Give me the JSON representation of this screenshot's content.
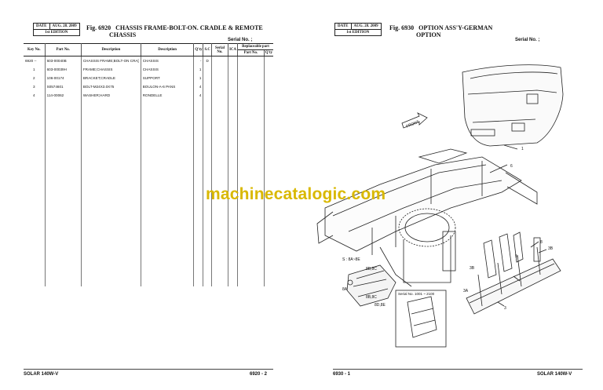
{
  "left_page": {
    "date_label": "DATE",
    "date_value": "AUG. 28. 2009",
    "edition": "1st EDITION",
    "fig_number": "Fig. 6920",
    "fig_title_line1": "CHASSIS FRAME-BOLT-ON. CRADLE & REMOTE",
    "fig_title_line2": "CHASSIS",
    "serial_label": "Serial No. ;",
    "table": {
      "headers": {
        "key_no": "Key No.",
        "part_no": "Part No.",
        "description1": "Description",
        "description2": "Description",
        "qty": "Q'ty",
        "sc": "S.C",
        "serial_no": "Serial No.",
        "ica": "ICA",
        "replaceable": "Replaceable part",
        "rep_part_no": "Part No.",
        "rep_qty": "Q'ty"
      },
      "rows": [
        {
          "key": "6920 --",
          "part": "603-00040B",
          "desc1": "CHASSIS FRAME;BOLT-ON CRA[",
          "desc2": "CHASSIS",
          "qty": "-",
          "sc": "D"
        },
        {
          "key": "1",
          "part": "603-00039H",
          "desc1": "FRAME;CHASSIS",
          "desc2": "CHASSIS",
          "qty": "1",
          "sc": ""
        },
        {
          "key": "2",
          "part": "106-00174",
          "desc1": "BRACKET;CRADLE",
          "desc2": "SUPPORT",
          "qty": "1",
          "sc": ""
        },
        {
          "key": "3",
          "part": "S0574601",
          "desc1": "BOLT-M24X3.0X75",
          "desc2": "BOULON-A-6 PANS",
          "qty": "4",
          "sc": ""
        },
        {
          "key": "4",
          "part": "114-00062",
          "desc1": "WASHER;HARD",
          "desc2": "RONDELLE",
          "qty": "4",
          "sc": ""
        }
      ]
    },
    "footer_model": "SOLAR 140W-V",
    "footer_page": "6920 - 2"
  },
  "right_page": {
    "date_label": "DATE",
    "date_value": "AUG. 28. 2009",
    "edition": "1st EDITION",
    "fig_number": "Fig. 6930",
    "fig_title_line1": "OPTION ASS'Y-GERMAN",
    "fig_title_line2": "OPTION",
    "serial_label": "Serial No. ;",
    "footer_page": "6930 - 1",
    "footer_model": "SOLAR 140W-V",
    "drawing_labels": {
      "front": "FRONT",
      "l1": "1",
      "l6": "6",
      "l3b": "3B",
      "l5": "5",
      "l3a": "3A",
      "l3": "3",
      "l8": "8",
      "s_label": "S : 8A~8E",
      "l8a": "8A",
      "l8b": "8B,8C",
      "l8d": "8D,8E",
      "serial_inset": "Serial No. 1001 ~ 2100"
    }
  },
  "watermark": "machinecatalogic.com"
}
